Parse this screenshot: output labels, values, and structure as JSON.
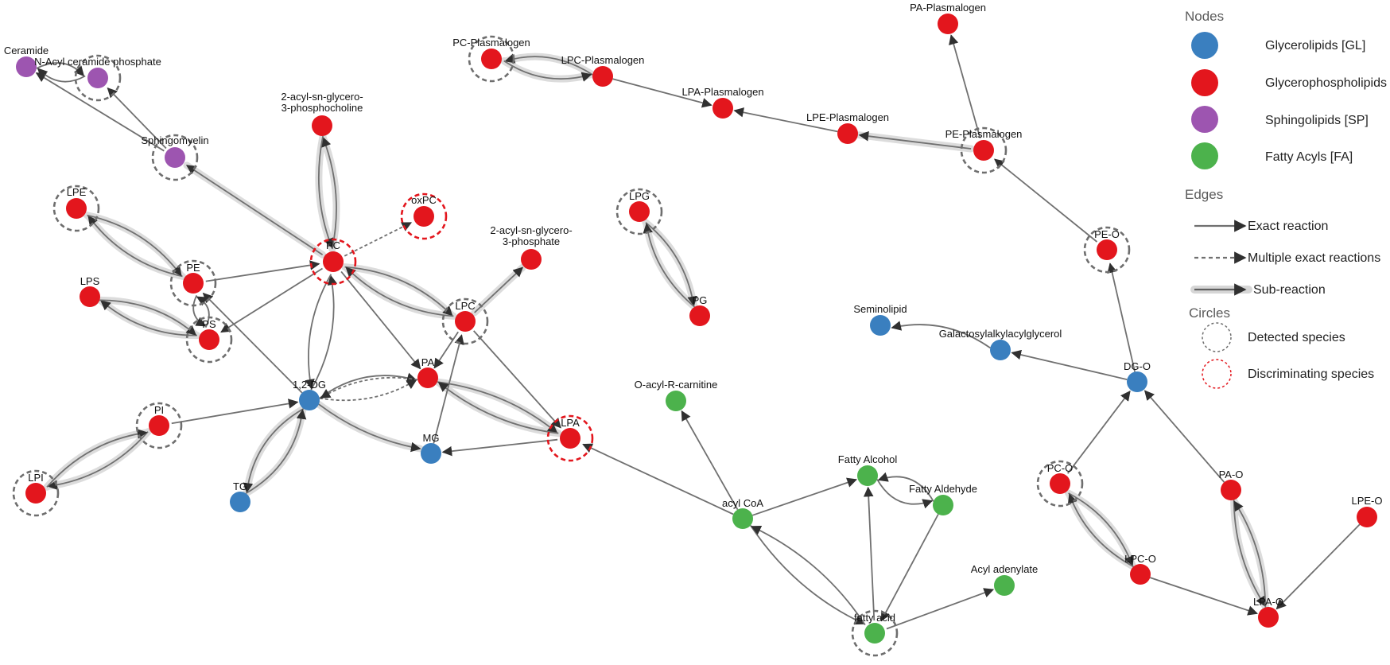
{
  "colors": {
    "GL": "#3a7fbf",
    "GP": "#e3161d",
    "SP": "#9d55b0",
    "FA": "#4cb24c",
    "edge": "#707070",
    "halo": "#dcdcdc",
    "detected": "#6e6e6e",
    "discriminating": "#e3161d"
  },
  "legend": {
    "nodes_heading": "Nodes",
    "node_items": [
      {
        "label": "Glycerolipids [GL]",
        "cls": "GL"
      },
      {
        "label": "Glycerophospholipids [GP]",
        "cls": "GP"
      },
      {
        "label": "Sphingolipids [SP]",
        "cls": "SP"
      },
      {
        "label": "Fatty Acyls [FA]",
        "cls": "FA"
      }
    ],
    "edges_heading": "Edges",
    "edge_items": [
      {
        "label": "Exact reaction",
        "style": "solid"
      },
      {
        "label": "Multiple exact reactions",
        "style": "dashed"
      },
      {
        "label": "Sub-reaction",
        "style": "sub"
      }
    ],
    "circles_heading": "Circles",
    "circle_items": [
      {
        "label": "Detected species",
        "style": "detected"
      },
      {
        "label": "Discriminating species",
        "style": "discriminating"
      }
    ]
  },
  "nodes": [
    {
      "id": "Ceramide",
      "label": "Ceramide",
      "cls": "SP"
    },
    {
      "id": "N-Acyl",
      "label": "N-Acyl ceramide phosphate",
      "cls": "SP",
      "ring": "detected"
    },
    {
      "id": "Sphingomyelin",
      "label": "Sphingomyelin",
      "cls": "SP",
      "ring": "detected"
    },
    {
      "id": "2acylPC",
      "label": "2-acyl-sn-glycero-3-phosphocholine",
      "cls": "GP"
    },
    {
      "id": "LPE",
      "label": "LPE",
      "cls": "GP",
      "ring": "detected"
    },
    {
      "id": "PE",
      "label": "PE",
      "cls": "GP",
      "ring": "detected"
    },
    {
      "id": "LPS",
      "label": "LPS",
      "cls": "GP"
    },
    {
      "id": "PS",
      "label": "PS",
      "cls": "GP",
      "ring": "detected"
    },
    {
      "id": "PC",
      "label": "PC",
      "cls": "GP",
      "ring": "discriminating"
    },
    {
      "id": "oxPC",
      "label": "oxPC",
      "cls": "GP",
      "ring": "discriminating"
    },
    {
      "id": "2acylPA",
      "label": "2-acyl-sn-glycero-3-phosphate",
      "cls": "GP"
    },
    {
      "id": "LPC",
      "label": "LPC",
      "cls": "GP",
      "ring": "detected"
    },
    {
      "id": "PA",
      "label": "PA",
      "cls": "GP"
    },
    {
      "id": "12DG",
      "label": "1,2-DG",
      "cls": "GL"
    },
    {
      "id": "PI",
      "label": "PI",
      "cls": "GP",
      "ring": "detected"
    },
    {
      "id": "LPI",
      "label": "LPI",
      "cls": "GP",
      "ring": "detected"
    },
    {
      "id": "TG",
      "label": "TG",
      "cls": "GL"
    },
    {
      "id": "MG",
      "label": "MG",
      "cls": "GL"
    },
    {
      "id": "LPA",
      "label": "LPA",
      "cls": "GP",
      "ring": "discriminating"
    },
    {
      "id": "PC-Plasmalogen",
      "label": "PC-Plasmalogen",
      "cls": "GP",
      "ring": "detected"
    },
    {
      "id": "LPC-Plasmalogen",
      "label": "LPC-Plasmalogen",
      "cls": "GP"
    },
    {
      "id": "LPA-Plasmalogen",
      "label": "LPA-Plasmalogen",
      "cls": "GP"
    },
    {
      "id": "LPE-Plasmalogen",
      "label": "LPE-Plasmalogen",
      "cls": "GP"
    },
    {
      "id": "PE-Plasmalogen",
      "label": "PE-Plasmalogen",
      "cls": "GP",
      "ring": "detected"
    },
    {
      "id": "PA-Plasmalogen",
      "label": "PA-Plasmalogen",
      "cls": "GP"
    },
    {
      "id": "LPG",
      "label": "LPG",
      "cls": "GP",
      "ring": "detected"
    },
    {
      "id": "PG",
      "label": "PG",
      "cls": "GP"
    },
    {
      "id": "PE-O",
      "label": "PE-O",
      "cls": "GP",
      "ring": "detected"
    },
    {
      "id": "Seminolipid",
      "label": "Seminolipid",
      "cls": "GL"
    },
    {
      "id": "Galacto",
      "label": "Galactosylalkylacylglycerol",
      "cls": "GL"
    },
    {
      "id": "DG-O",
      "label": "DG-O",
      "cls": "GL"
    },
    {
      "id": "Oacylcarnitine",
      "label": "O-acyl-R-carnitine",
      "cls": "FA"
    },
    {
      "id": "FattyAlcohol",
      "label": "Fatty Alcohol",
      "cls": "FA"
    },
    {
      "id": "FattyAldehyde",
      "label": "Fatty Aldehyde",
      "cls": "FA"
    },
    {
      "id": "acylCoA",
      "label": "acyl CoA",
      "cls": "FA"
    },
    {
      "id": "AcylAdenylate",
      "label": "Acyl adenylate",
      "cls": "FA"
    },
    {
      "id": "fattyacid",
      "label": "fatty acid",
      "cls": "FA",
      "ring": "detected"
    },
    {
      "id": "PC-O",
      "label": "PC-O",
      "cls": "GP",
      "ring": "detected"
    },
    {
      "id": "PA-O",
      "label": "PA-O",
      "cls": "GP"
    },
    {
      "id": "LPE-O",
      "label": "LPE-O",
      "cls": "GP"
    },
    {
      "id": "LPC-O",
      "label": "LPC-O",
      "cls": "GP"
    },
    {
      "id": "LPA-O",
      "label": "LPA-O",
      "cls": "GP"
    }
  ],
  "edges": [
    {
      "from": "Sphingomyelin",
      "to": "Ceramide",
      "style": "solid",
      "curve": 0
    },
    {
      "from": "Sphingomyelin",
      "to": "N-Acyl",
      "style": "solid",
      "curve": 0
    },
    {
      "from": "N-Acyl",
      "to": "Ceramide",
      "style": "solid",
      "curve": -0.25
    },
    {
      "from": "Ceramide",
      "to": "N-Acyl",
      "style": "solid",
      "curve": -0.25
    },
    {
      "from": "PC",
      "to": "Sphingomyelin",
      "style": "sub",
      "curve": 0
    },
    {
      "from": "PC",
      "to": "2acylPC",
      "style": "sub",
      "curve": 0.12
    },
    {
      "from": "2acylPC",
      "to": "PC",
      "style": "sub",
      "curve": 0.12
    },
    {
      "from": "PC",
      "to": "oxPC",
      "style": "dashed",
      "curve": 0
    },
    {
      "from": "PE",
      "to": "LPE",
      "style": "sub",
      "curve": -0.15
    },
    {
      "from": "LPE",
      "to": "PE",
      "style": "sub",
      "curve": -0.15
    },
    {
      "from": "PE",
      "to": "PC",
      "style": "solid",
      "curve": 0
    },
    {
      "from": "PS",
      "to": "LPS",
      "style": "sub",
      "curve": -0.15
    },
    {
      "from": "LPS",
      "to": "PS",
      "style": "sub",
      "curve": -0.15
    },
    {
      "from": "PE",
      "to": "PS",
      "style": "solid",
      "curve": 0.25
    },
    {
      "from": "PS",
      "to": "PE",
      "style": "solid",
      "curve": 0.25
    },
    {
      "from": "PC",
      "to": "PS",
      "style": "solid",
      "curve": 0
    },
    {
      "from": "12DG",
      "to": "PE",
      "style": "solid",
      "curve": 0
    },
    {
      "from": "12DG",
      "to": "PC",
      "style": "solid",
      "curve": 0.15
    },
    {
      "from": "PC",
      "to": "12DG",
      "style": "solid",
      "curve": 0.15
    },
    {
      "from": "PC",
      "to": "LPC",
      "style": "sub",
      "curve": -0.15
    },
    {
      "from": "LPC",
      "to": "PC",
      "style": "sub",
      "curve": -0.15
    },
    {
      "from": "PC",
      "to": "PA",
      "style": "solid",
      "curve": 0
    },
    {
      "from": "LPC",
      "to": "2acylPA",
      "style": "sub",
      "curve": 0
    },
    {
      "from": "LPC",
      "to": "PA",
      "style": "solid",
      "curve": 0
    },
    {
      "from": "LPC",
      "to": "LPA",
      "style": "solid",
      "curve": 0
    },
    {
      "from": "MG",
      "to": "LPC",
      "style": "solid",
      "curve": 0
    },
    {
      "from": "12DG",
      "to": "PA",
      "style": "solid",
      "curve": -0.2
    },
    {
      "from": "12DG",
      "to": "PA",
      "style": "dashed",
      "curve": 0.15
    },
    {
      "from": "PA",
      "to": "12DG",
      "style": "dashed",
      "curve": 0.15
    },
    {
      "from": "PA",
      "to": "LPA",
      "style": "sub",
      "curve": -0.12
    },
    {
      "from": "LPA",
      "to": "PA",
      "style": "sub",
      "curve": -0.12
    },
    {
      "from": "LPA",
      "to": "MG",
      "style": "solid",
      "curve": 0
    },
    {
      "from": "12DG",
      "to": "MG",
      "style": "sub",
      "curve": 0.1
    },
    {
      "from": "PI",
      "to": "12DG",
      "style": "solid",
      "curve": 0
    },
    {
      "from": "PI",
      "to": "LPI",
      "style": "sub",
      "curve": -0.15
    },
    {
      "from": "LPI",
      "to": "PI",
      "style": "sub",
      "curve": -0.15
    },
    {
      "from": "12DG",
      "to": "TG",
      "style": "sub",
      "curve": 0.2
    },
    {
      "from": "TG",
      "to": "12DG",
      "style": "sub",
      "curve": 0.2
    },
    {
      "from": "acylCoA",
      "to": "LPA",
      "style": "solid",
      "curve": 0
    },
    {
      "from": "acylCoA",
      "to": "Oacylcarnitine",
      "style": "solid",
      "curve": 0
    },
    {
      "from": "acylCoA",
      "to": "FattyAlcohol",
      "style": "solid",
      "curve": 0
    },
    {
      "from": "acylCoA",
      "to": "fattyacid",
      "style": "solid",
      "curve": 0.12
    },
    {
      "from": "fattyacid",
      "to": "acylCoA",
      "style": "solid",
      "curve": 0.12
    },
    {
      "from": "fattyacid",
      "to": "FattyAlcohol",
      "style": "solid",
      "curve": 0
    },
    {
      "from": "FattyAlcohol",
      "to": "FattyAldehyde",
      "style": "solid",
      "curve": 0.3
    },
    {
      "from": "FattyAldehyde",
      "to": "FattyAlcohol",
      "style": "solid",
      "curve": 0.3
    },
    {
      "from": "FattyAldehyde",
      "to": "fattyacid",
      "style": "solid",
      "curve": 0
    },
    {
      "from": "fattyacid",
      "to": "AcylAdenylate",
      "style": "solid",
      "curve": 0
    },
    {
      "from": "LPC-Plasmalogen",
      "to": "PC-Plasmalogen",
      "style": "sub",
      "curve": 0.18
    },
    {
      "from": "PC-Plasmalogen",
      "to": "LPC-Plasmalogen",
      "style": "sub",
      "curve": 0.18
    },
    {
      "from": "LPC-Plasmalogen",
      "to": "LPA-Plasmalogen",
      "style": "solid",
      "curve": 0
    },
    {
      "from": "LPE-Plasmalogen",
      "to": "LPA-Plasmalogen",
      "style": "solid",
      "curve": 0
    },
    {
      "from": "PE-Plasmalogen",
      "to": "LPE-Plasmalogen",
      "style": "sub",
      "curve": 0
    },
    {
      "from": "PE-Plasmalogen",
      "to": "PA-Plasmalogen",
      "style": "solid",
      "curve": 0
    },
    {
      "from": "PE-O",
      "to": "PE-Plasmalogen",
      "style": "solid",
      "curve": 0
    },
    {
      "from": "LPG",
      "to": "PG",
      "style": "sub",
      "curve": -0.15
    },
    {
      "from": "PG",
      "to": "LPG",
      "style": "sub",
      "curve": -0.15
    },
    {
      "from": "DG-O",
      "to": "PE-O",
      "style": "solid",
      "curve": 0
    },
    {
      "from": "DG-O",
      "to": "Galacto",
      "style": "solid",
      "curve": 0
    },
    {
      "from": "Galacto",
      "to": "Seminolipid",
      "style": "solid",
      "curve": 0.18
    },
    {
      "from": "PC-O",
      "to": "DG-O",
      "style": "solid",
      "curve": 0
    },
    {
      "from": "PA-O",
      "to": "DG-O",
      "style": "solid",
      "curve": 0
    },
    {
      "from": "PC-O",
      "to": "LPC-O",
      "style": "sub",
      "curve": -0.15
    },
    {
      "from": "LPC-O",
      "to": "PC-O",
      "style": "sub",
      "curve": -0.15
    },
    {
      "from": "LPC-O",
      "to": "LPA-O",
      "style": "solid",
      "curve": 0
    },
    {
      "from": "PA-O",
      "to": "LPA-O",
      "style": "sub",
      "curve": 0.12
    },
    {
      "from": "LPA-O",
      "to": "PA-O",
      "style": "sub",
      "curve": 0.12
    },
    {
      "from": "LPE-O",
      "to": "LPA-O",
      "style": "solid",
      "curve": 0
    }
  ]
}
